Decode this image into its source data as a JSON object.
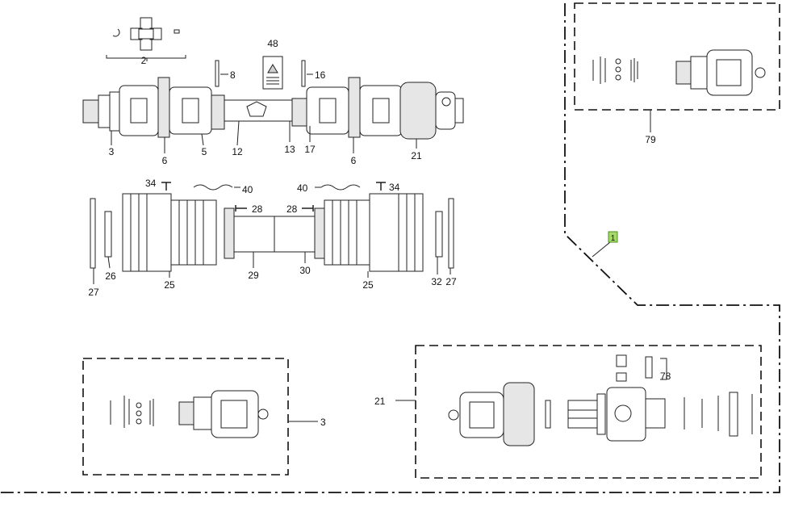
{
  "labels": {
    "l2": "2",
    "l8": "8",
    "l48": "48",
    "l16": "16",
    "l3": "3",
    "l6a": "6",
    "l5": "5",
    "l12": "12",
    "l13": "13",
    "l17": "17",
    "l6b": "6",
    "l21": "21",
    "l34a": "34",
    "l40a": "40",
    "l28a": "28",
    "l28b": "28",
    "l40b": "40",
    "l34b": "34",
    "l27a": "27",
    "l26": "26",
    "l25a": "25",
    "l29": "29",
    "l30": "30",
    "l25b": "25",
    "l32": "32",
    "l27b": "27",
    "l79": "79",
    "l1": "1",
    "l3b": "3",
    "l21b": "21",
    "l78": "78"
  },
  "colors": {
    "highlight_tag": "#a6d96a",
    "highlight_border": "#4d8f1f"
  }
}
